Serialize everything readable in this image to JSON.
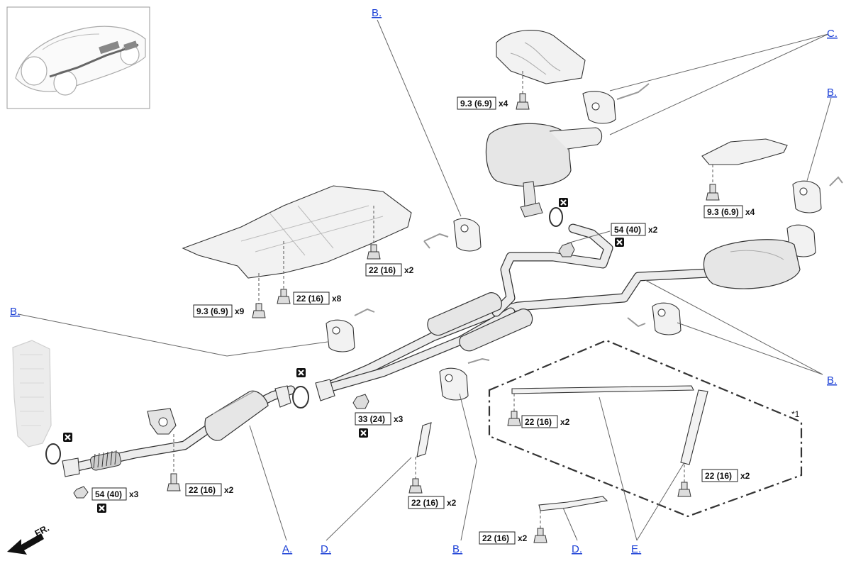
{
  "callouts": {
    "a": "A.",
    "b": "B.",
    "c": "C.",
    "d": "D.",
    "e": "E."
  },
  "torque_specs": {
    "t_9_3_x4_top": {
      "value": "9.3 (6.9)",
      "qty": "x4"
    },
    "t_54_40_x2": {
      "value": "54 (40)",
      "qty": "x2"
    },
    "t_9_3_x4_right": {
      "value": "9.3 (6.9)",
      "qty": "x4"
    },
    "t_22_16_x2_heatshield": {
      "value": "22 (16)",
      "qty": "x2"
    },
    "t_22_16_x8": {
      "value": "22 (16)",
      "qty": "x8"
    },
    "t_9_3_x9": {
      "value": "9.3 (6.9)",
      "qty": "x9"
    },
    "t_33_24_x3": {
      "value": "33 (24)",
      "qty": "x3"
    },
    "t_54_40_x3": {
      "value": "54 (40)",
      "qty": "x3"
    },
    "t_22_16_x2_bracket": {
      "value": "22 (16)",
      "qty": "x2"
    },
    "t_22_16_x2_d": {
      "value": "22 (16)",
      "qty": "x2"
    },
    "t_22_16_x2_e_bar": {
      "value": "22 (16)",
      "qty": "x2"
    },
    "t_22_16_x2_e_right": {
      "value": "22 (16)",
      "qty": "x2"
    },
    "t_22_16_x2_d_lower": {
      "value": "22 (16)",
      "qty": "x2"
    }
  },
  "group_note": "*1",
  "direction_label": "FR.",
  "icons": {
    "replace_part": "replace-part-icon",
    "direction": "front-direction-arrow-icon",
    "vehicle": "vehicle-location-icon"
  },
  "colors": {
    "callout_link": "#1a3fd6",
    "line": "#333333",
    "part_fill": "#e6e6e6"
  }
}
